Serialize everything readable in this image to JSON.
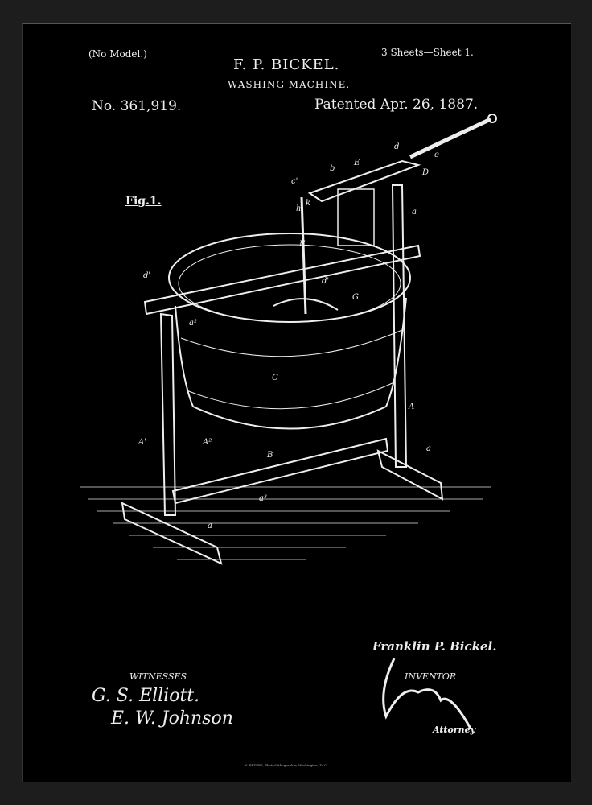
{
  "header": {
    "no_model": "(No Model.)",
    "sheets": "3 Sheets—Sheet 1.",
    "inventor_name": "F. P. BICKEL.",
    "invention_title": "WASHING MACHINE.",
    "patent_number": "No. 361,919.",
    "patent_date": "Patented Apr. 26, 1887."
  },
  "figure": {
    "label": "Fig.1.",
    "part_labels": [
      "E",
      "d",
      "e",
      "D",
      "a",
      "c'",
      "b",
      "h",
      "k",
      "F",
      "d'",
      "d'",
      "G",
      "a²",
      "C",
      "A",
      "A'",
      "A²",
      "B",
      "a",
      "a³",
      "a"
    ]
  },
  "footer": {
    "witnesses_label": "WITNESSES",
    "witness_1": "G. S. Elliott.",
    "witness_2": "E. W. Johnson",
    "inventor_signature": "Franklin P. Bickel.",
    "inventor_label": "INVENTOR",
    "attorney_label": "Attorney",
    "printer": "N. PETERS, Photo-Lithographer, Washington, D. C."
  },
  "colors": {
    "frame": "#1d1d1d",
    "background": "#000000",
    "ink": "#eeeeee"
  }
}
